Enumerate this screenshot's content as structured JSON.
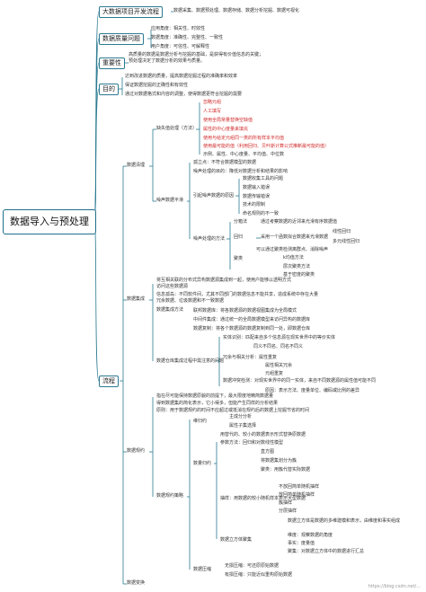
{
  "root": {
    "title": "数据导入与预处理"
  },
  "watermark": "https://blog.csdn.net/...",
  "branches": {
    "bigdata": {
      "title": "大数据项目开发流程",
      "steps": [
        "数据采集、数据预处理、数据存储、数据分析挖掘、数据可视化"
      ]
    },
    "quality": {
      "title": "数据质量问题",
      "items": [
        "应用角度：相关性、时效性",
        "数据角度：准确性、完整性、一致性",
        "用户角度：可信性、可解释性"
      ]
    },
    "importance": {
      "title": "重要性",
      "text": "高质量的数据是数据分析与挖掘的基础，是获得有价值信息的关键；预处理决定了数据分析的效果与质量。"
    },
    "purpose": {
      "title": "目的",
      "items": [
        "达到改进数据的质量，提高数据挖掘过程的准确率和效率",
        "保证数据挖掘的正确性和有效性",
        "通过对数据格式和内容的调整，使得数据更符合挖掘的需要"
      ]
    },
    "flow": {
      "title": "流程",
      "cleaning": {
        "title": "数据清理",
        "missing": {
          "title": "缺失值处理（方法）",
          "methods": [
            "忽略元组",
            "人工填写",
            "使用全局常量替换空缺值",
            "属性的中心度量来填充",
            "使用与给定元组同一类的所有样本平均值",
            "使用最可能的值（利用回归、贝叶斯计算公式推断最可能的值）",
            "示例、属性、中心度量、平均值、中位数"
          ]
        },
        "noise": {
          "title": "噪声数据平滑",
          "sub": [
            "孤立点：不符合数据模型的数据",
            "噪声处理的目的：降低对数据分析和结果的影响"
          ],
          "causes_title": "引起噪声数据的原因",
          "causes": [
            "数据收集工具的问题",
            "数据输入错误",
            "数据传输错误",
            "技术的限制",
            "命名规则的不一致"
          ],
          "methods_title": "噪声处理的方法",
          "binning_title": "分箱法",
          "binning": [
            "通过考察数据的近邻来光滑有序数据值"
          ],
          "regression_title": "回归",
          "regression": [
            "采用一个函数拟合数据来光滑数据",
            "线性回归",
            "多元线性回归"
          ],
          "outlier": "可以通过聚类检测离群点、消除噪声",
          "cluster_title": "聚类",
          "cluster": [
            "k均值方法",
            "层次聚类方法",
            "基于密度的聚类"
          ]
        }
      },
      "integration": {
        "title": "数据集成",
        "intro": "将互相关联的分布式异构数据源集成到一起，使用户能够以透明方式访问这些数据源",
        "issues": [
          "信息孤岛：不同软件间，尤其不同部门的数据信息不能共享，造成系统中存在大量冗余数据、垃圾数据和不一致数据",
          "联邦数据库：将各数据源的数据视图集成为全局模式",
          "中间件集成：通过统一的全局数据模型来访问异构的数据库",
          "数据复制：将各个数据源的数据复制到同一处，即数据仓库"
        ],
        "problems_title": "数据集成方法",
        "entity_title": "数据仓库集成过程中需注意的问题",
        "entity": [
          "实体识别：匹配来自多个信息源在现实世界中的等价实体",
          "同义不同名、同名不同义",
          "冗余与相关分析：属性重复",
          "属性相关冗余",
          "元组重复",
          "数据冲突检测：对现实世界中的同一实体，来自不同数据源的属性值可能不同",
          "原因：表示方法、度量单位、编码或比例的差异"
        ]
      },
      "reduction": {
        "title": "数据规约",
        "intro": [
          "指在尽可能保持数据原貌的前提下，最大限度地精简数据量",
          "得到数据集的简化表示，它小得多，但能产生同样的分析结果",
          "原则：用于数据规约的时间不应超过或抵消在规约后的数据上挖掘节省的时间"
        ],
        "strategy_title": "数据规约策略",
        "dimension_title": "维归约",
        "dimension": [
          "主成分分析",
          "属性子集选择"
        ],
        "numerosity_title": "数量归约",
        "numerosity": [
          "用替代的、较小的数据表示形式替换原数据",
          "参数方法：回归和对数线性模型",
          "直方图",
          "将数据集划分为簇",
          "聚类：用簇代替实际数据",
          "抽样：用数据的较小随机样本表示大型数据",
          "不放回简单随机抽样",
          "放回简单随机抽样",
          "簇抽样",
          "分层抽样"
        ],
        "cube_title": "数据立方体聚集",
        "cube": [
          "数据立方体是数据的多维建模和表示，由维度和事实组成",
          "维度：观察数据的角度",
          "事实：度量值",
          "聚集：对数据立方体中的数据进行汇总"
        ],
        "compress_title": "数据压缩",
        "compress": [
          "无损压缩：可还原原始数据",
          "有损压缩：只能近似重构原始数据"
        ]
      },
      "transform": {
        "title": "数据变换"
      }
    }
  },
  "colors": {
    "line": "#2b7a91",
    "red": "#d12a2a",
    "box": "#1f6f8b"
  }
}
